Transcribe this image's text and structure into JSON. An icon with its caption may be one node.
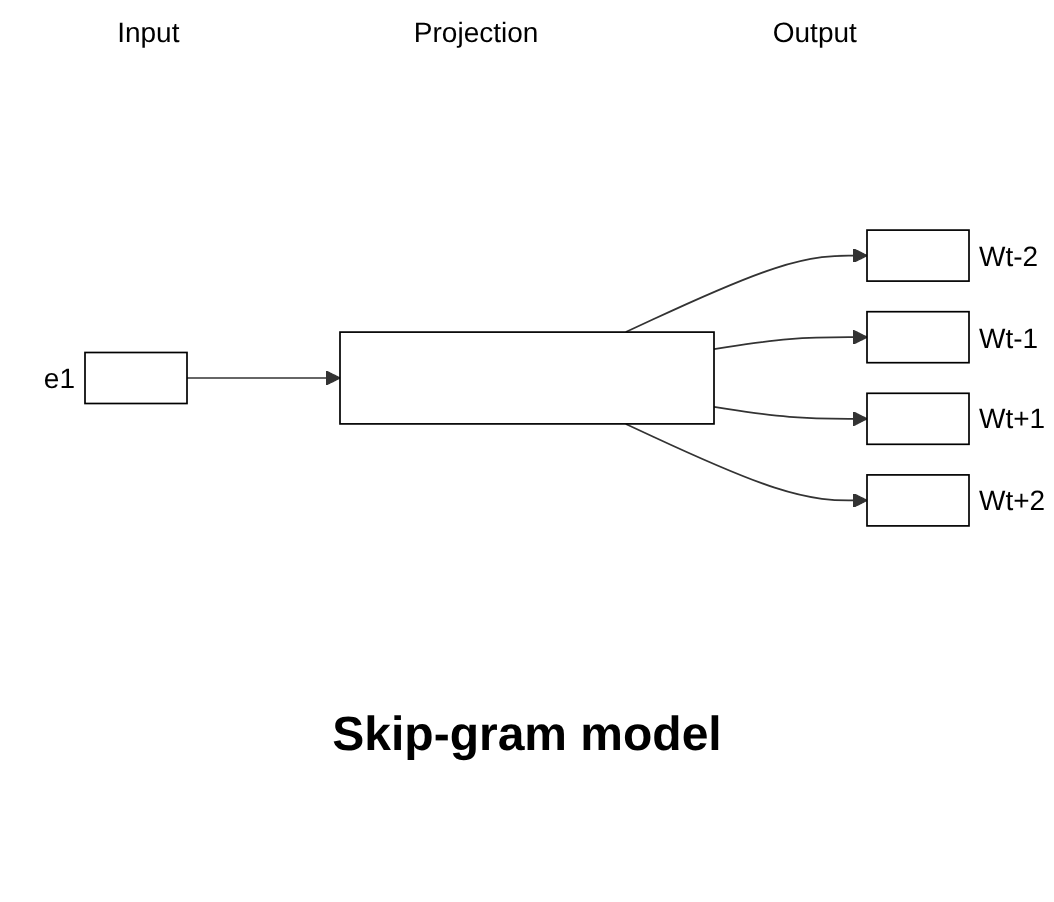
{
  "diagram": {
    "title": "Skip-gram model",
    "nodes": [
      {
        "text": [],
        "shape": "box",
        "beside": [
          "e1"
        ]
      },
      {
        "text": [],
        "shape": "box"
      },
      {
        "text": [],
        "shape": "box",
        "beside": [
          "Wt-2"
        ]
      },
      {
        "text": [],
        "shape": "box",
        "beside": [
          "Wt-1"
        ]
      },
      {
        "text": [],
        "shape": "box",
        "beside": [
          "Wt+1"
        ]
      },
      {
        "text": [],
        "shape": "box",
        "beside": [
          "Wt+2"
        ]
      }
    ],
    "edges": [
      {
        "from": 0,
        "to": 1,
        "arrow": "to"
      },
      {
        "from": 1,
        "to": 2,
        "arrow": "to"
      },
      {
        "from": 1,
        "to": 3,
        "arrow": "to"
      },
      {
        "from": 1,
        "to": 4,
        "arrow": "to"
      },
      {
        "from": 1,
        "to": 5,
        "arrow": "to"
      }
    ],
    "labels": [
      "Input",
      "Projection",
      "Output"
    ]
  }
}
